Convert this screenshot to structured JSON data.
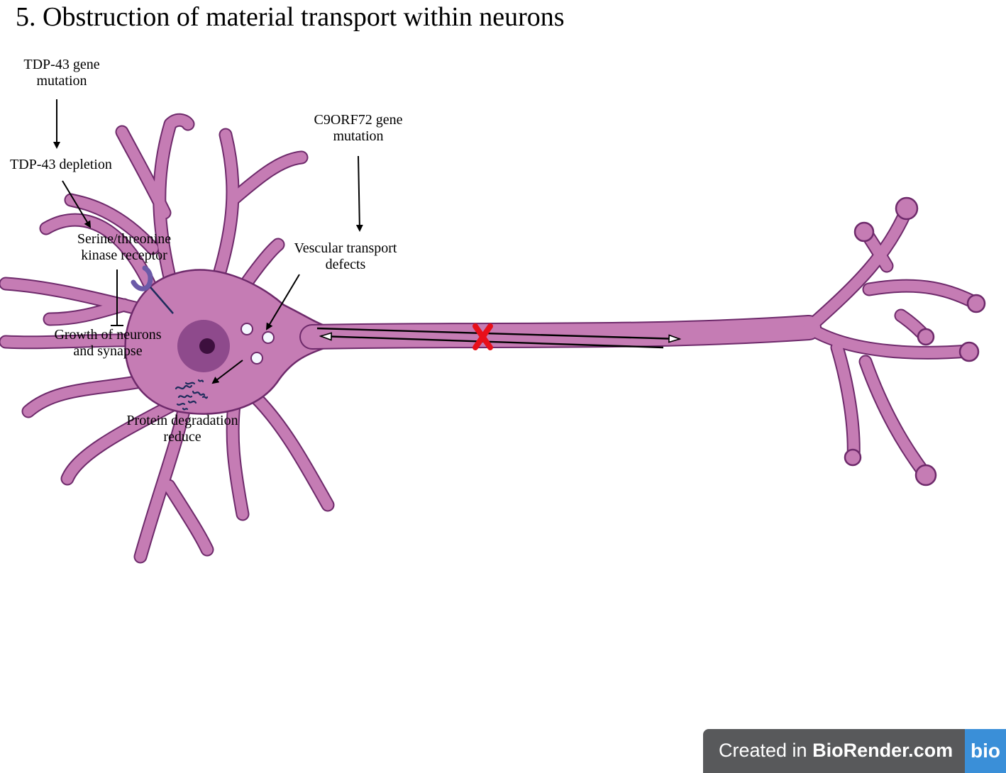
{
  "title": "5. Obstruction of material transport within neurons",
  "labels": {
    "tdp43_mutation": [
      "TDP-43  gene",
      "mutation"
    ],
    "tdp43_depletion": "TDP-43 depletion",
    "receptor": [
      "Serine/threonine",
      "kinase receptor"
    ],
    "growth": [
      "Growth of neurons",
      "and synapse"
    ],
    "c9orf72": [
      "C9ORF72 gene",
      "mutation"
    ],
    "vescular": [
      "Vescular transport",
      "defects"
    ],
    "protein": [
      "Protein degradation",
      "reduce"
    ]
  },
  "badge": {
    "prefix": "Created in ",
    "brand": "BioRender.com",
    "logo": "bio"
  },
  "colors": {
    "neuron_fill": "#c57cb4",
    "neuron_stroke": "#6e2a6b",
    "nucleus": "#8e4a8c",
    "nucleolus": "#3d0f3e",
    "block_mark": "#e8101a"
  }
}
